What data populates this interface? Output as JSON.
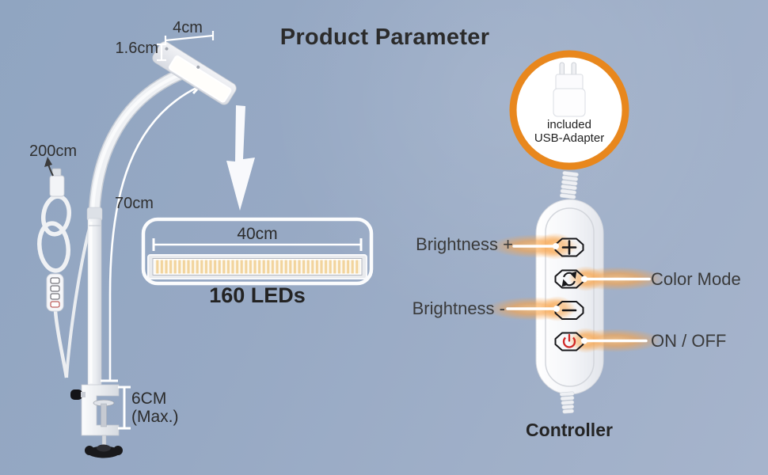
{
  "title": "Product Parameter",
  "dimensions": {
    "head_width": "4cm",
    "head_thickness": "1.6cm",
    "cable_length": "200cm",
    "pole_height": "70cm",
    "led_bar_width": "40cm",
    "clamp_max_line1": "6CM",
    "clamp_max_line2": "(Max.)"
  },
  "led_panel": {
    "count": "160 LEDs"
  },
  "usb_adapter": {
    "caption_line1": "included",
    "caption_line2": "USB-Adapter",
    "icon": "usb-adapter-icon"
  },
  "controller": {
    "caption": "Controller",
    "buttons": [
      {
        "icon": "plus-icon",
        "label": "Brightness +"
      },
      {
        "icon": "color-cycle-icon",
        "label": "Color Mode"
      },
      {
        "icon": "minus-icon",
        "label": "Brightness -"
      },
      {
        "icon": "power-icon",
        "label": "ON / OFF"
      }
    ]
  },
  "colors": {
    "background_top": "#90a5c1",
    "background_bottom": "#a6b4cc",
    "accent_orange_ring": "#e8871d",
    "glow_orange": "#f8a44b",
    "power_red": "#d02826",
    "led_warm": "#f2d49d",
    "text_dark": "#2b2b2b"
  }
}
